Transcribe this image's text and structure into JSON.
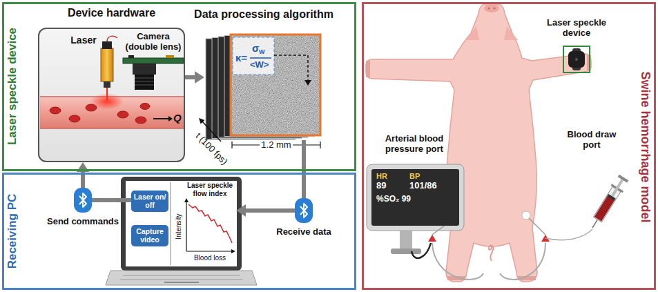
{
  "diagram": {
    "nodes": [
      {
        "text": [
          "Laser speckle device"
        ]
      },
      {
        "text": [
          "Device hardware"
        ],
        "in": 0
      },
      {
        "text": [
          "Data processing algorithm"
        ],
        "in": 0
      },
      {
        "text": [
          "Receiving PC"
        ]
      },
      {
        "text": [
          "Laser on/ off"
        ],
        "in": 3
      },
      {
        "text": [
          "Capture video"
        ],
        "in": 3
      },
      {
        "text": [
          "Laser speckle flow index",
          "Intensity",
          "Blood loss"
        ],
        "in": 3
      },
      {
        "text": [
          "Swine hemorrhage model"
        ]
      },
      {
        "text": [
          "HR",
          "89",
          "BP",
          "101/86",
          "%SO₂ 99"
        ],
        "in": 7
      },
      {
        "text": [
          "Laser speckle device"
        ],
        "in": 7
      }
    ],
    "edges": [
      {
        "from": 1,
        "to": 2,
        "arrow": "to"
      },
      {
        "from": 4,
        "to": 1,
        "arrow": "to",
        "label": "Send commands"
      },
      {
        "from": 2,
        "to": 6,
        "arrow": "to",
        "label": "Receive data"
      }
    ],
    "labels": [
      "Laser",
      "Camera (double lens)",
      "Q",
      "κ=",
      "σ",
      "W",
      "<W>",
      "t (100 fps)",
      "1.2 mm",
      "Arterial blood pressure port",
      "Blood draw port"
    ]
  }
}
